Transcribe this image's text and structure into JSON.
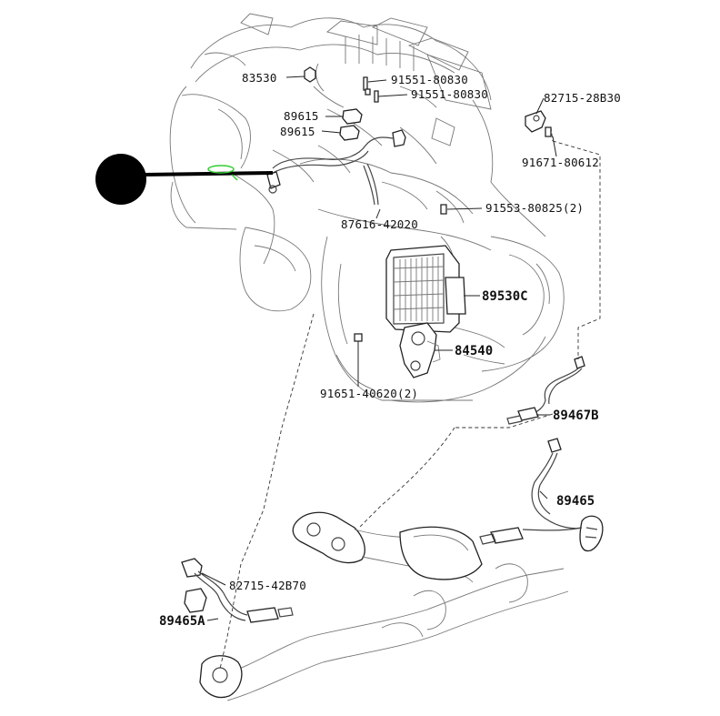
{
  "labels": {
    "p83530": "83530",
    "p91551_a": "91551-80830",
    "p91551_b": "91551-80830",
    "p82715_28": "82715-28B30",
    "p89615_a": "89615",
    "p89615_b": "89615",
    "p91671": "91671-80612",
    "p87616": "87616-42020",
    "p91553": "91553-80825(2)",
    "p89530": "89530C",
    "p84540": "84540",
    "p91651": "91651-40620(2)",
    "p89467": "89467B",
    "p89465": "89465",
    "p82715_42": "82715-42B70",
    "p89465a": "89465A"
  },
  "colors": {
    "line": "#222222",
    "background": "#ffffff",
    "marker": "#000000",
    "highlight": "#33cc33"
  }
}
